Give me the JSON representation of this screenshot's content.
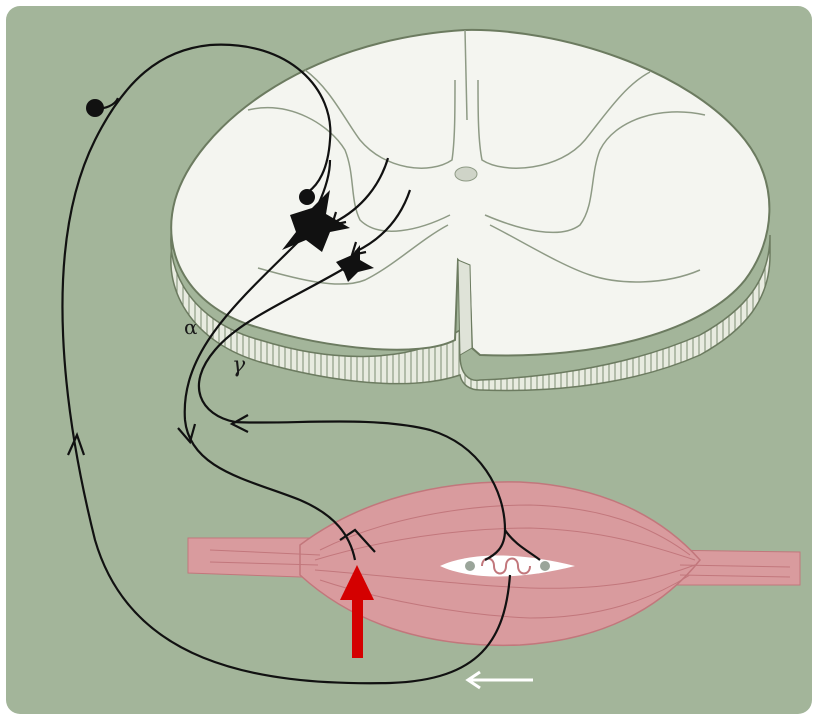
{
  "diagram": {
    "labels": {
      "alpha": "α",
      "gamma": "γ"
    },
    "colors": {
      "background": "#a3b59a",
      "spinal_cord": "#f4f5f0",
      "spinal_outline": "#6c7b60",
      "muscle": "#d99b9e",
      "muscle_dark": "#c2777c",
      "neuron": "#111111",
      "arrow_red": "#d40000",
      "arrow_white": "#ffffff"
    },
    "icons": {
      "stimulus_arrow": "up-arrow",
      "direction_arrow": "left-arrow"
    }
  }
}
